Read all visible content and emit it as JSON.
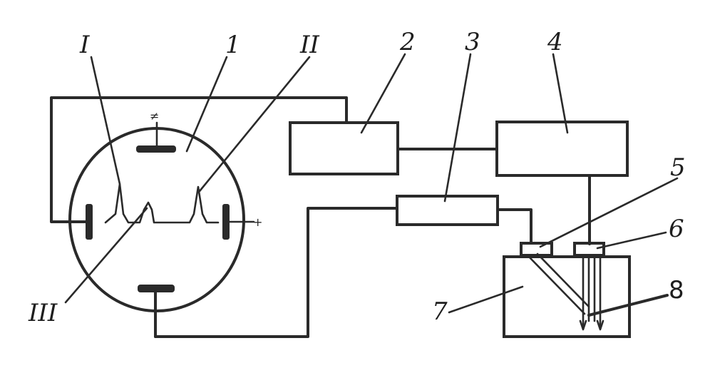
{
  "diagram": {
    "labels": {
      "peak_1": "I",
      "peak_2": "II",
      "peak_3": "III",
      "chamber": "1",
      "block_2": "2",
      "block_3": "3",
      "block_4": "4",
      "part_5": "5",
      "part_6": "6",
      "vessel_7": "7",
      "part_8": "8"
    },
    "symbols": {
      "ground_mark": "≠",
      "right_terminal": "+"
    }
  }
}
